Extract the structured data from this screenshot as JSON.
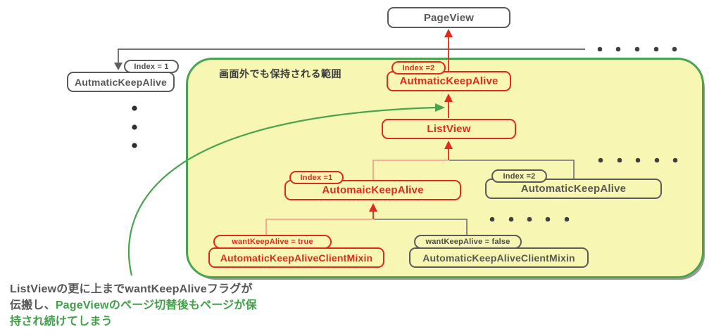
{
  "colors": {
    "red": "#e2291c",
    "gray": "#5a5a5a",
    "region_fill": "#f7f7b3",
    "region_border": "#4aa34e",
    "green_text": "#42a148"
  },
  "page_view": {
    "label": "PageView"
  },
  "external_item": {
    "badge": "Index = 1",
    "label": "AutmaticKeepAlive"
  },
  "keep_alive_region": {
    "title": "画面外でも保持される範囲"
  },
  "current_page": {
    "keep_alive": {
      "badge": "Index =2",
      "label": "AutmaticKeepAlive"
    },
    "list_view": {
      "label": "ListView"
    },
    "item_kept": {
      "badge": "Index =1",
      "label": "AutomaicKeepAlive"
    },
    "item_normal": {
      "badge": "Index =2",
      "label": "AutomaticKeepAlive"
    },
    "mixin_kept": {
      "badge": "wantKeepAlive = true",
      "label": "AutomaticKeepAliveClientMixin"
    },
    "mixin_normal": {
      "badge": "wantKeepAlive = false",
      "label": "AutomaticKeepAliveClientMixin"
    }
  },
  "caption": {
    "line1": "ListViewの更に上までwantKeepAliveフラグが",
    "line2_gray": "伝搬し、",
    "line2_green": "PageViewのページ切替後もページが保",
    "line3_green": "持され続けてしまう"
  }
}
